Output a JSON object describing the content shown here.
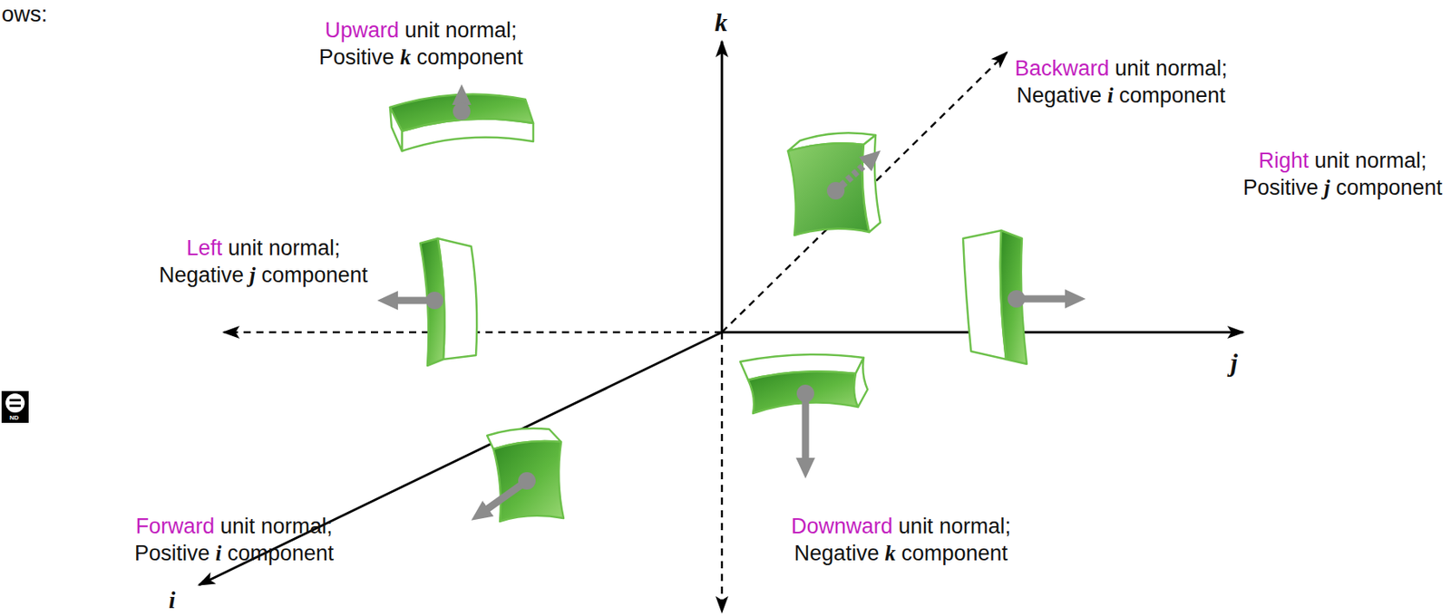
{
  "diagram": {
    "labels": [
      "ows:",
      "k",
      "j",
      "i",
      "Upward",
      "unit normal;",
      "Positive",
      "k",
      "component",
      "Backward",
      "unit normal;",
      "Negative",
      "i",
      "component",
      "Left",
      "unit normal;",
      "Negative",
      "j",
      "component",
      "Right",
      "unit normal;",
      "Positive",
      "j",
      "component",
      "Forward",
      "unit normal;",
      "Positive",
      "i",
      "component",
      "Downward",
      "unit normal;",
      "Negative",
      "k",
      "component",
      "ND"
    ]
  }
}
